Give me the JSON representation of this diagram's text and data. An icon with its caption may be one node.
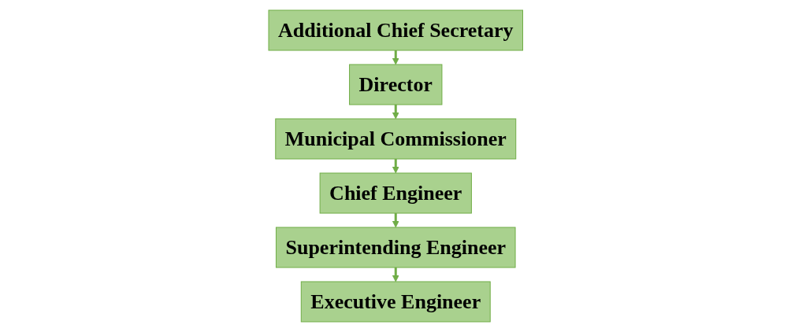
{
  "diagram": {
    "nodes": [
      {
        "text": [
          "Additional Chief Secretary"
        ]
      },
      {
        "text": [
          "Director"
        ]
      },
      {
        "text": [
          "Municipal Commissioner"
        ]
      },
      {
        "text": [
          "Chief Engineer"
        ]
      },
      {
        "text": [
          "Superintending Engineer"
        ]
      },
      {
        "text": [
          "Executive Engineer"
        ]
      }
    ],
    "edges": [
      {
        "from": 0,
        "to": 1,
        "arrow": "to"
      },
      {
        "from": 1,
        "to": 2,
        "arrow": "to"
      },
      {
        "from": 2,
        "to": 3,
        "arrow": "to"
      },
      {
        "from": 3,
        "to": 4,
        "arrow": "to"
      },
      {
        "from": 4,
        "to": 5,
        "arrow": "to"
      }
    ]
  }
}
